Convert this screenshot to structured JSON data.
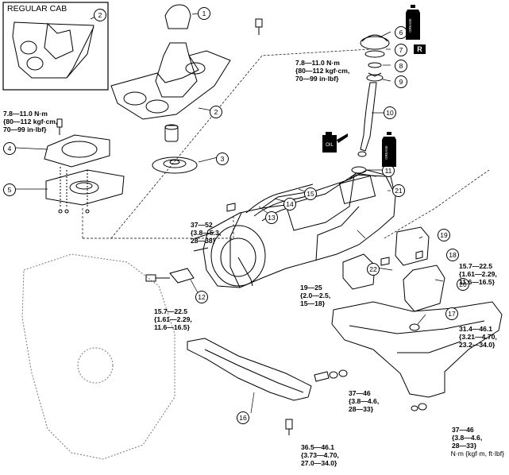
{
  "inset": {
    "title": "REGULAR CAB"
  },
  "callouts": [
    "1",
    "2",
    "2",
    "3",
    "4",
    "5",
    "6",
    "7",
    "8",
    "9",
    "10",
    "11",
    "12",
    "13",
    "14",
    "15",
    "16",
    "17",
    "18",
    "19",
    "20",
    "21",
    "22"
  ],
  "torque_specs": {
    "t_shifter_left": [
      "7.8—11.0 N·m",
      "{80—112 kgf·cm,",
      "70—99 in·lbf}"
    ],
    "t_shifter_top": [
      "7.8—11.0 N·m",
      "{80—112 kgf·cm,",
      "70—99 in·lbf}"
    ],
    "t_37_52": [
      "37—52",
      "{3.8—5.3,",
      "28—38}"
    ],
    "t_19_25": [
      "19—25",
      "{2.0—2.5,",
      "15—18}"
    ],
    "t_15_7_left": [
      "15.7—22.5",
      "{1.61—2.29,",
      "11.6—16.5}"
    ],
    "t_15_7_right": [
      "15.7—22.5",
      "{1.61—2.29,",
      "11.6—16.5}"
    ],
    "t_31_4": [
      "31.4—46.1",
      "{3.21—4.70,",
      "23.2—34.0}"
    ],
    "t_37_46_mid": [
      "37—46",
      "{3.8—4.6,",
      "28—33}"
    ],
    "t_37_46_right": [
      "37—46",
      "{3.8—4.6,",
      "28—33}"
    ],
    "t_36_5": [
      "36.5—46.1",
      "{3.73—4.70,",
      "27.0—34.0}"
    ]
  },
  "tags": {
    "replace": "R",
    "oil": "OIL",
    "grease": "GREASE"
  },
  "footer": {
    "unit": "N·m {kgf·m, ft·lbf}"
  }
}
